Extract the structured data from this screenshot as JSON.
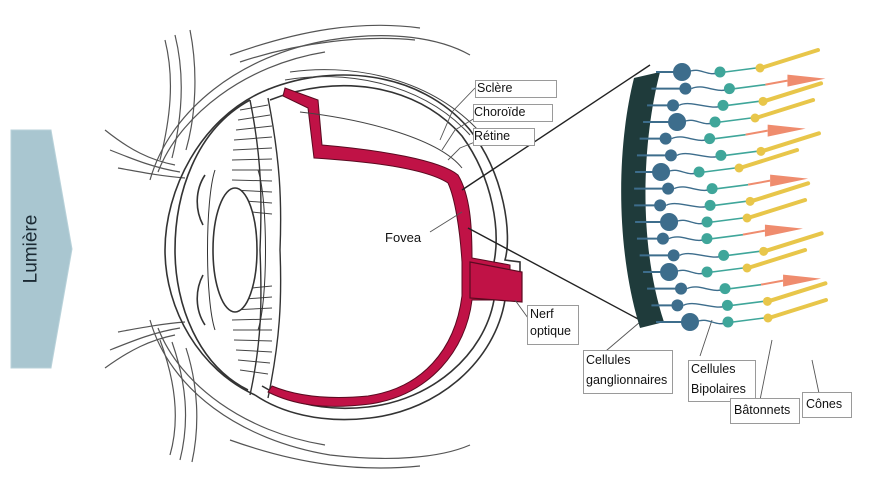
{
  "arrow": {
    "label": "Lumière",
    "fill": "#a9c6d0"
  },
  "labels": {
    "sclere": "Sclère",
    "choroide": "Choroïde",
    "retine": "Rétine",
    "fovea": "Fovea",
    "nerf_optique_line1": "Nerf",
    "nerf_optique_line2": "optique",
    "ganglion_line1": "Cellules",
    "ganglion_line2": "ganglionnaires",
    "bipolar_line1": "Cellules",
    "bipolar_line2": "Bipolaires",
    "batonnets": "Bâtonnets",
    "cones": "Cônes"
  },
  "colors": {
    "retina_red": "#c01246",
    "retina_band": "#1f3b3b",
    "ganglion_cell": "#3d6d8c",
    "bipolar_cell": "#3fa69a",
    "rod_cell": "#e8c64a",
    "cone_cell": "#ef8c6e"
  }
}
